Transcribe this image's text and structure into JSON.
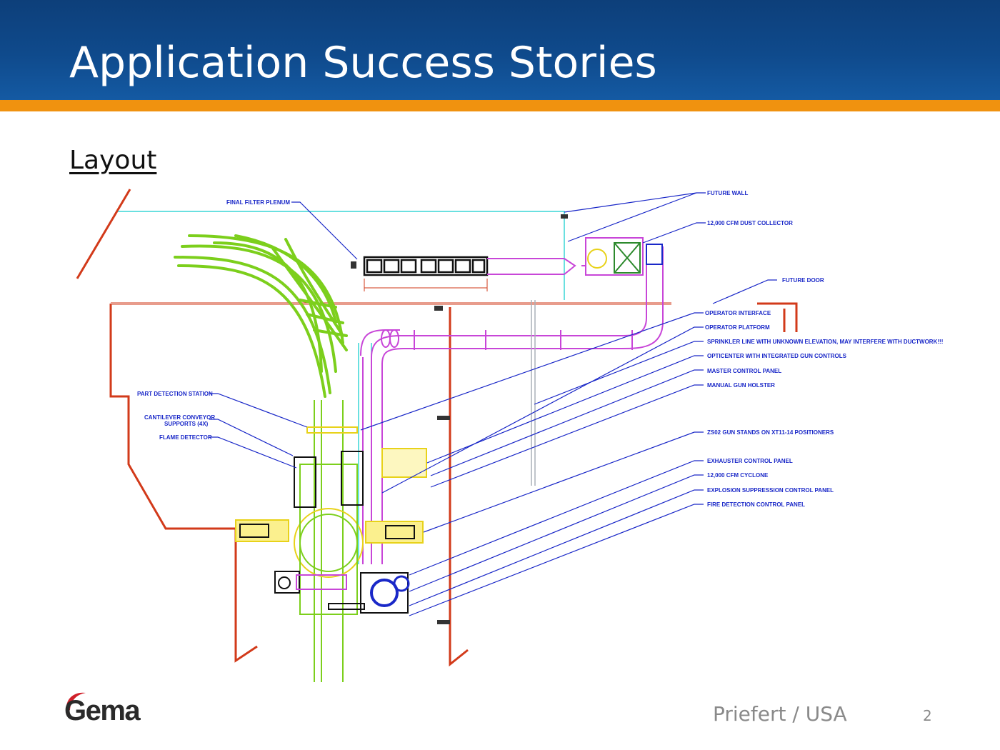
{
  "slide": {
    "title": "Application Success Stories",
    "subtitle": "Layout",
    "footer_text": "Priefert / USA",
    "page_number": "2"
  },
  "logo": {
    "text": "Gema",
    "icon": "gema-logo-icon"
  },
  "colors": {
    "header_blue": "#0f4a8c",
    "accent_orange": "#f0920f",
    "wall_red": "#d23a1a",
    "duct_magenta": "#c846d8",
    "label_blue": "#1a28c8",
    "conveyor_green": "#7ccf1c",
    "equipment_yellow": "#e8d21a",
    "cyan_line": "#38d6d6"
  },
  "drawing": {
    "labels": {
      "final_filter_plenum": "FINAL FILTER PLENUM",
      "future_wall": "FUTURE WALL",
      "dust_collector": "12,000 CFM DUST COLLECTOR",
      "future_door": "FUTURE DOOR",
      "operator_interface": "OPERATOR INTERFACE",
      "operator_platform": "OPERATOR PLATFORM",
      "sprinkler_line": "SPRINKLER LINE WITH UNKNOWN ELEVATION, MAY INTERFERE WITH DUCTWORK!!!",
      "opticenter": "OPTICENTER WITH INTEGRATED GUN CONTROLS",
      "master_control_panel": "MASTER CONTROL PANEL",
      "manual_gun_holster": "MANUAL GUN HOLSTER",
      "part_detection_station": "PART DETECTION STATION",
      "cantilever_supports_line1": "CANTILEVER CONVEYOR",
      "cantilever_supports_line2": "SUPPORTS (4X)",
      "flame_detector": "FLAME DETECTOR",
      "gun_stands": "ZS02 GUN STANDS ON XT11-14 POSITIONERS",
      "exhauster_control_panel": "EXHAUSTER CONTROL PANEL",
      "cyclone": "12,000 CFM CYCLONE",
      "explosion_suppression": "EXPLOSION SUPPRESSION CONTROL PANEL",
      "fire_detection": "FIRE DETECTION CONTROL PANEL"
    }
  }
}
